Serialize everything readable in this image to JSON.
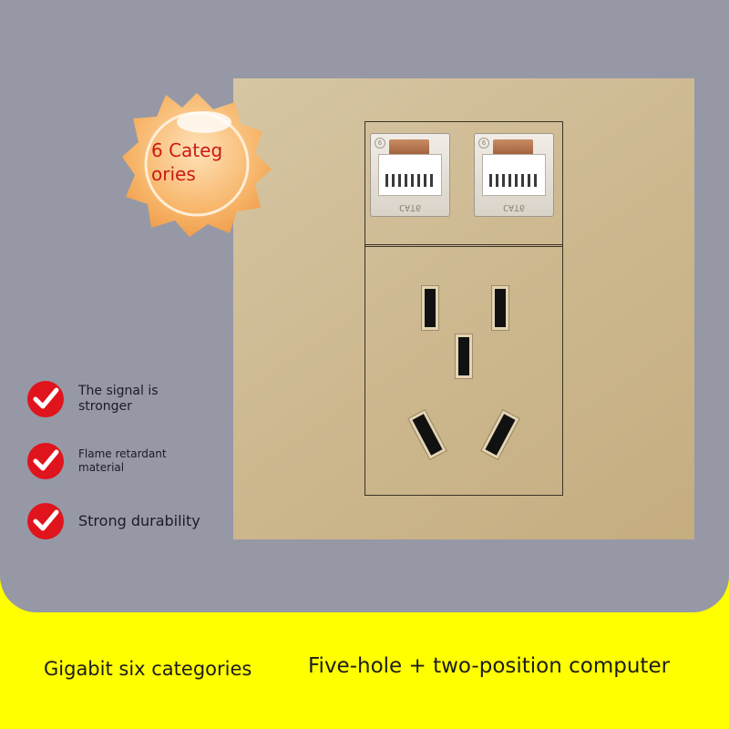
{
  "badge": {
    "text": "6 Categ ories"
  },
  "features": [
    {
      "label": "The signal is stronger"
    },
    {
      "label": "Flame retardant material"
    },
    {
      "label": "Strong durability"
    }
  ],
  "jacks": [
    {
      "marking": "CAT6"
    },
    {
      "marking": "CAT6"
    }
  ],
  "footer": {
    "left_label": "Gigabit six categories",
    "right_label": "Five-hole + two-position computer"
  },
  "colors": {
    "background_top": "#9698a6",
    "background_bottom": "#ffff00",
    "panel": "#cdb88f",
    "check": "#e0141c",
    "badge_text": "#cc1a10"
  },
  "icons": [
    "checkmark-icon",
    "starburst-badge-icon"
  ]
}
